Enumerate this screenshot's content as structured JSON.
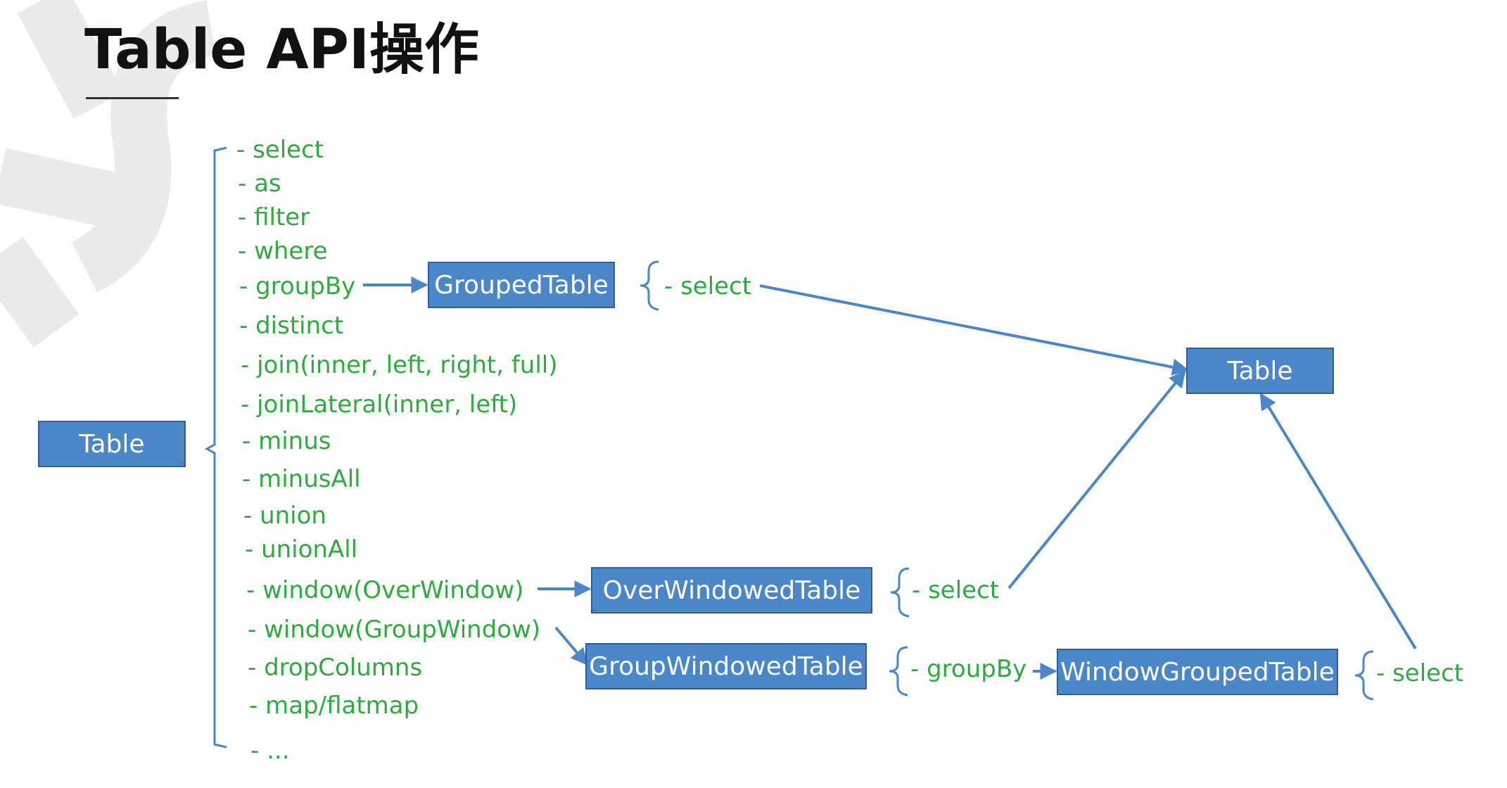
{
  "title": "Table API操作",
  "colors": {
    "node_fill": "#4a86c8",
    "node_border": "#2f5f95",
    "op_text": "#2eaa3e",
    "line": "#4a86c8",
    "bracket": "#4a86c8",
    "watermark": "#ebebeb"
  },
  "nodes": {
    "table_source": "Table",
    "grouped_table": "GroupedTable",
    "table_result": "Table",
    "over_windowed_table": "OverWindowedTable",
    "group_windowed_table": "GroupWindowedTable",
    "window_grouped_table": "WindowGroupedTable"
  },
  "table_ops": [
    "- select",
    "- as",
    "- filter",
    "- where",
    "- groupBy",
    "- distinct",
    "- join(inner, left, right, full)",
    "- joinLateral(inner, left)",
    "- minus",
    "- minusAll",
    "- union",
    "- unionAll",
    "- window(OverWindow)",
    "- window(GroupWindow)",
    "- dropColumns",
    "- map/flatmap",
    "- ..."
  ],
  "side_ops": {
    "grouped_select": "- select",
    "over_select": "- select",
    "group_windowed_groupby": "- groupBy",
    "window_grouped_select": "- select"
  }
}
